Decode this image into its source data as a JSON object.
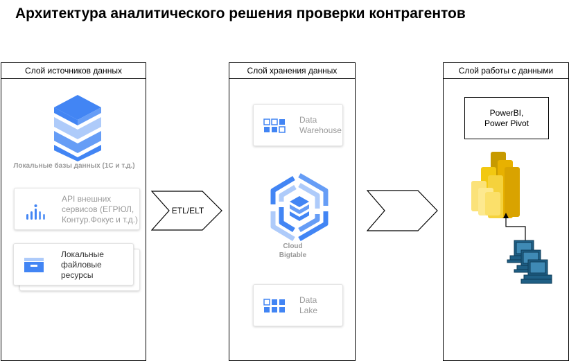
{
  "title": "Архитектура аналитического решения проверки контрагентов",
  "layers": {
    "sources": {
      "header": "Слой источников данных",
      "local_db_label": "Локальные базы данных (1С и т.д.)",
      "api_text": [
        "API внешних",
        "сервисов (ЕГРЮЛ,",
        "Контур.Фокус и т.д.)"
      ],
      "files_text": [
        "Локальные",
        "файловые",
        "ресурсы"
      ]
    },
    "storage": {
      "header": "Слой хранения данных",
      "warehouse_text": [
        "Data",
        "Warehouse"
      ],
      "bigtable_text": [
        "Cloud",
        "Bigtable"
      ],
      "lake_text": [
        "Data",
        "Lake"
      ]
    },
    "work": {
      "header": "Слой работы с данными",
      "tools_text": [
        "PowerBI,",
        "Power Pivot"
      ]
    }
  },
  "arrows": {
    "etl_label": "ETL/ELT"
  },
  "colors": {
    "google_blue": "#4285f4",
    "light_blue": "#aecbfa",
    "powerbi_yellow": "#f2c811",
    "workstation_blue": "#1f5f85"
  },
  "icons": [
    "database-stack-icon",
    "analytics-bars-icon",
    "storage-drawer-icon",
    "grid-icon",
    "bigtable-icon",
    "powerbi-icon",
    "workstations-icon"
  ]
}
